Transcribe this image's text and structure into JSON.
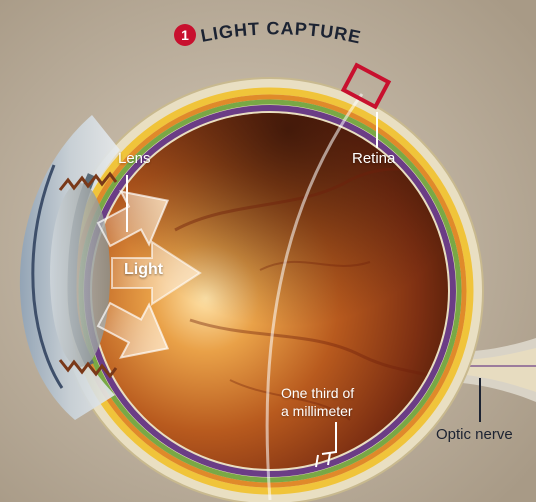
{
  "diagram": {
    "section_number": "1",
    "title": "LIGHT CAPTURE",
    "labels": {
      "lens": "Lens",
      "light": "Light",
      "retina": "Retina",
      "thickness_line1": "One third of",
      "thickness_line2": "a millimeter",
      "optic_nerve": "Optic nerve"
    }
  },
  "colors": {
    "background": "#b7ab9b",
    "sclera": "#e9dfc2",
    "band_yellow": "#f0c43a",
    "band_orange": "#e08a2a",
    "band_green": "#79a845",
    "band_purple": "#6b3d86",
    "retina_box": "#c8102e",
    "fundus": "#9a3e15"
  },
  "icons": [
    "section-number-badge",
    "light-arrow-icons"
  ]
}
